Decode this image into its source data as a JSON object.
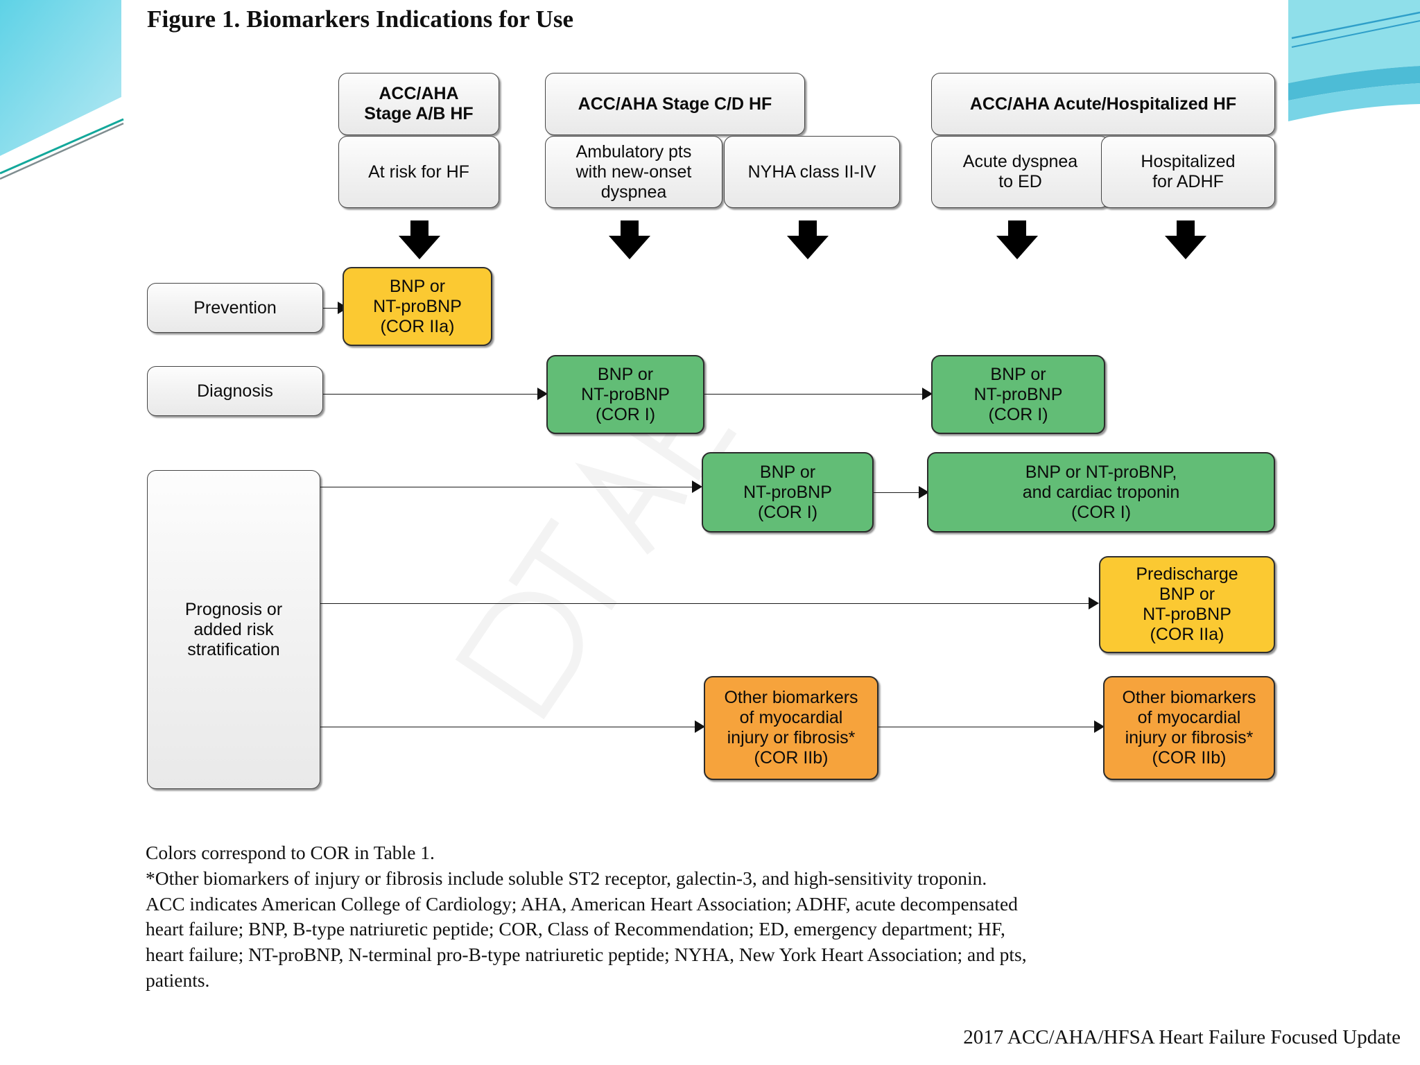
{
  "figure": {
    "title": "Figure 1. Biomarkers Indications for Use",
    "source_footer": "2017 ACC/AHA/HFSA Heart Failure Focused Update"
  },
  "columns": [
    {
      "id": "stage-ab",
      "header": "ACC/AHA\nStage A/B HF",
      "populations": [
        "At risk for HF"
      ]
    },
    {
      "id": "stage-cd",
      "header": "ACC/AHA Stage C/D HF",
      "populations": [
        "Ambulatory pts\nwith new-onset\ndyspnea",
        "NYHA class II-IV"
      ]
    },
    {
      "id": "acute-hosp",
      "header": "ACC/AHA Acute/Hospitalized  HF",
      "populations": [
        "Acute dyspnea\nto ED",
        "Hospitalized\nfor ADHF"
      ]
    }
  ],
  "row_labels": [
    {
      "id": "prevention",
      "label": "Prevention"
    },
    {
      "id": "diagnosis",
      "label": "Diagnosis"
    },
    {
      "id": "prognosis",
      "label": "Prognosis or\nadded risk\nstratification"
    }
  ],
  "recommendations": [
    {
      "id": "prevention-ab",
      "row": "prevention",
      "column": "stage-ab",
      "text": "BNP or\nNT-proBNP\n(COR IIa)",
      "cor": "IIa",
      "color": "#fbc932"
    },
    {
      "id": "diagnosis-cd",
      "row": "diagnosis",
      "column": "stage-cd",
      "text": "BNP or\nNT-proBNP\n(COR I)",
      "cor": "I",
      "color": "#62bd76"
    },
    {
      "id": "diagnosis-acute",
      "row": "diagnosis",
      "column": "acute-hosp",
      "text": "BNP or\nNT-proBNP\n(COR I)",
      "cor": "I",
      "color": "#62bd76"
    },
    {
      "id": "prognosis-cd-bnp",
      "row": "prognosis",
      "column": "stage-cd",
      "text": "BNP or\nNT-proBNP\n(COR I)",
      "cor": "I",
      "color": "#62bd76"
    },
    {
      "id": "prognosis-acute-troponin",
      "row": "prognosis",
      "column": "acute-hosp",
      "text": "BNP or NT-proBNP,\nand cardiac troponin\n(COR I)",
      "cor": "I",
      "color": "#62bd76"
    },
    {
      "id": "prognosis-predischarge",
      "row": "prognosis",
      "column": "acute-hosp",
      "text": "Predischarge\nBNP or\nNT-proBNP\n(COR IIa)",
      "cor": "IIa",
      "color": "#fbc932"
    },
    {
      "id": "prognosis-cd-other",
      "row": "prognosis",
      "column": "stage-cd",
      "text": "Other biomarkers\nof myocardial\ninjury or fibrosis*\n(COR IIb)",
      "cor": "IIb",
      "color": "#f6a33c"
    },
    {
      "id": "prognosis-acute-other",
      "row": "prognosis",
      "column": "acute-hosp",
      "text": "Other biomarkers\nof myocardial\ninjury or fibrosis*\n(COR IIb)",
      "cor": "IIb",
      "color": "#f6a33c"
    }
  ],
  "legend_colors": {
    "cor_I": "#62bd76",
    "cor_IIa": "#fbc932",
    "cor_IIb": "#f6a33c",
    "neutral": "#f0f0f0"
  },
  "notes": {
    "line1": "Colors correspond to COR in Table 1.",
    "line2": "*Other biomarkers of injury or fibrosis include soluble ST2 receptor, galectin-3, and high-sensitivity troponin.",
    "line3": "ACC indicates American College of Cardiology; AHA, American Heart Association; ADHF, acute decompensated",
    "line4": "heart failure; BNP, B-type natriuretic peptide; COR, Class of Recommendation; ED, emergency department; HF,",
    "line5": "heart failure; NT-proBNP, N-terminal pro-B-type natriuretic peptide; NYHA, New York Heart Association; and pts,",
    "line6": "patients."
  }
}
